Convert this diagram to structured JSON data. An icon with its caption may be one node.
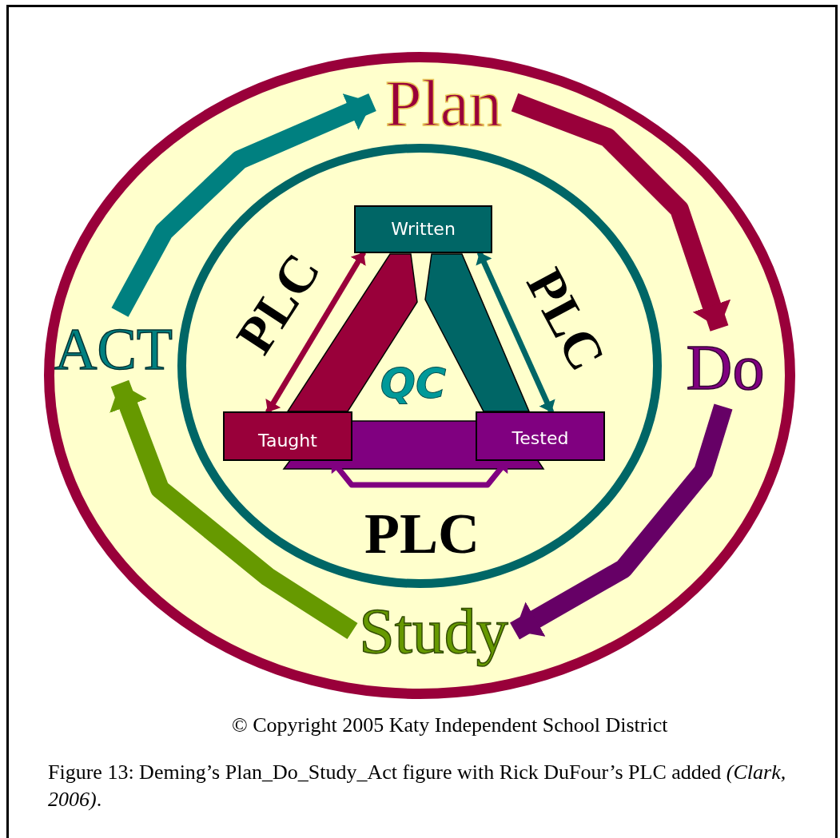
{
  "diagram": {
    "caption": "Figure 13: Deming’s Plan_Do_Study_Act figure with Rick DuFour’s PLC added *(Clark, 2006)*.",
    "nodes": [
      {
        "text": [],
        "shape": "ellipse"
      },
      {
        "text": [],
        "shape": "ellipse",
        "in": 0
      },
      {
        "text": [
          "Plan"
        ],
        "in": 0
      },
      {
        "text": [
          "ACT"
        ],
        "in": 0
      },
      {
        "text": [
          "Do"
        ],
        "in": 0
      },
      {
        "text": [
          "Study"
        ],
        "in": 0
      },
      {
        "text": [
          "Written"
        ],
        "in": 1
      },
      {
        "text": [
          "Taught"
        ],
        "in": 1
      },
      {
        "text": [
          "Tested"
        ],
        "in": 1
      }
    ],
    "edges": [
      {
        "from": 3,
        "to": 2,
        "arrow": "to",
        "color": "#008080"
      },
      {
        "from": 2,
        "to": 4,
        "arrow": "to",
        "color": "#99003a"
      },
      {
        "from": 4,
        "to": 5,
        "arrow": "to",
        "color": "#660066"
      },
      {
        "from": 5,
        "to": 3,
        "arrow": "to",
        "color": "#669900"
      },
      {
        "from": 7,
        "to": 6,
        "arrow": "both",
        "label": "PLC",
        "color": "#99003a"
      },
      {
        "from": 6,
        "to": 8,
        "arrow": "both",
        "label": "PLC",
        "color": "#006666"
      },
      {
        "from": 7,
        "to": 8,
        "arrow": "both",
        "label": "PLC",
        "color": "#800080"
      }
    ],
    "labels": [
      "QC",
      "© Copyright 2005 Katy Independent School District"
    ]
  }
}
